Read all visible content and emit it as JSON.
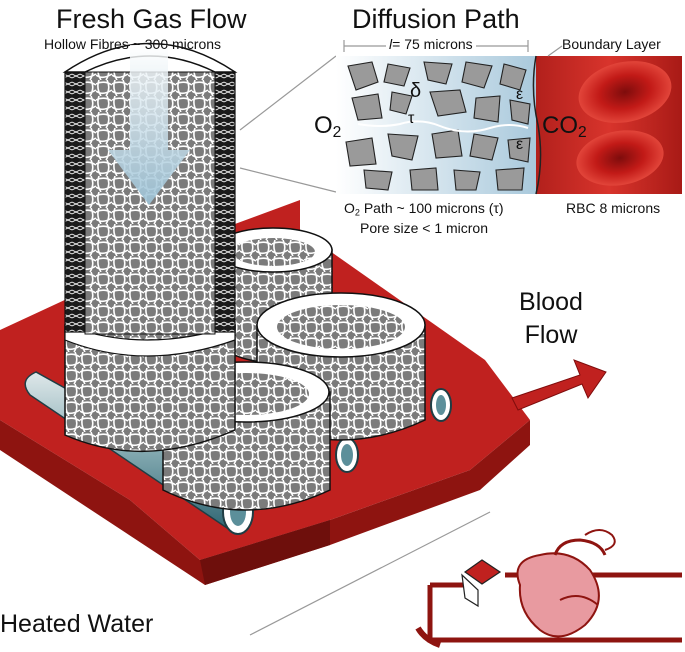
{
  "title_left": "Fresh Gas Flow",
  "subtitle_left": "Hollow Fibres ~ 300 microns",
  "title_right": "Diffusion Path",
  "length_var": "l",
  "length_value": "= 75 microns",
  "boundary_layer": "Boundary Layer",
  "delta": "δ",
  "tau": "τ",
  "epsilon": "ε",
  "o2_base": "O",
  "o2_sub": "2",
  "co2_base": "CO",
  "co2_sub": "2",
  "o2_path_prefix": "O",
  "o2_path_sub": "2",
  "o2_path_suffix": " Path ~ 100 microns (τ)",
  "pore_size": "Pore size < 1 micron",
  "rbc": "RBC 8 microns",
  "blood_line1": "Blood",
  "blood_line2": "Flow",
  "heated_water": "Heated Water",
  "colors": {
    "blood_red": "#c0211f",
    "dark_red": "#8e1410",
    "gas_blue": "#a9c9dc",
    "pipe_teal": "#5c8f9a",
    "fibre_grey": "#8a8a8a"
  }
}
